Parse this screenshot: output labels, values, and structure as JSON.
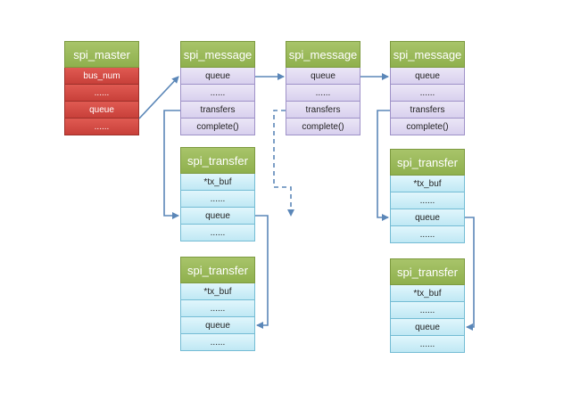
{
  "colors": {
    "header": "#9bba59",
    "message_row": "#e0d9f1",
    "transfer_row": "#ccedf7",
    "master_row": "#d24c45",
    "arrow": "#5b87b8"
  },
  "master": {
    "title": "spi_master",
    "rows": [
      "bus_num",
      "......",
      "queue",
      "......"
    ]
  },
  "messages": [
    {
      "title": "spi_message",
      "rows": [
        "queue",
        "......",
        "transfers",
        "complete()"
      ]
    },
    {
      "title": "spi_message",
      "rows": [
        "queue",
        "......",
        "transfers",
        "complete()"
      ]
    },
    {
      "title": "spi_message",
      "rows": [
        "queue",
        "......",
        "transfers",
        "complete()"
      ]
    }
  ],
  "transfers": [
    {
      "title": "spi_transfer",
      "rows": [
        "*tx_buf",
        "......",
        "queue",
        "......"
      ]
    },
    {
      "title": "spi_transfer",
      "rows": [
        "*tx_buf",
        "......",
        "queue",
        "......"
      ]
    },
    {
      "title": "spi_transfer",
      "rows": [
        "*tx_buf",
        "......",
        "queue",
        "......"
      ]
    },
    {
      "title": "spi_transfer",
      "rows": [
        "*tx_buf",
        "......",
        "queue",
        "......"
      ]
    }
  ]
}
